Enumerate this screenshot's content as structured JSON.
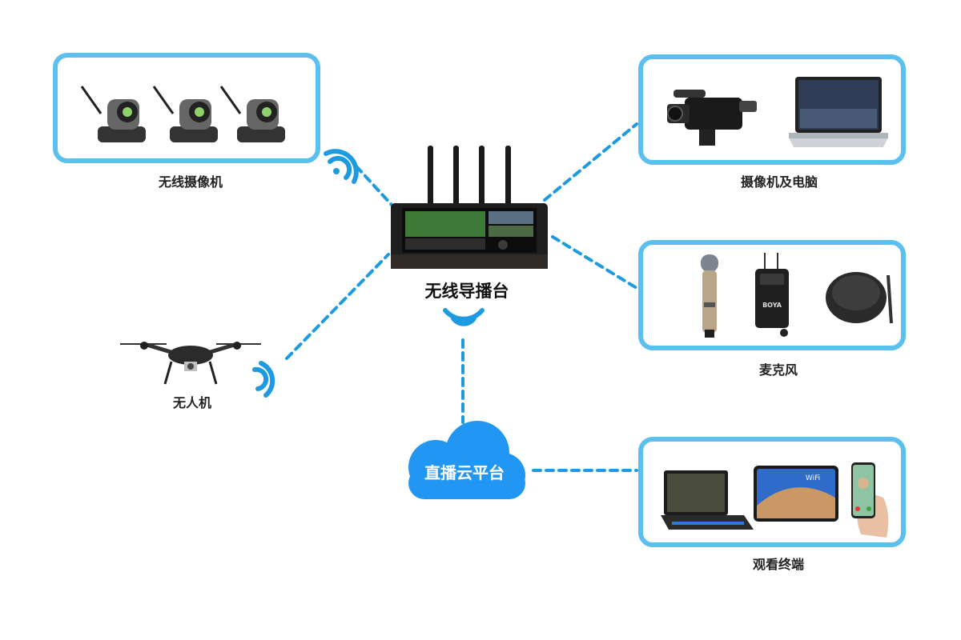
{
  "hub": {
    "label": "无线导播台"
  },
  "nodes": {
    "wireless_cameras": {
      "label": "无线摄像机"
    },
    "camera_pc": {
      "label": "摄像机及电脑"
    },
    "microphone": {
      "label": "麦克风"
    },
    "drone": {
      "label": "无人机"
    },
    "viewer": {
      "label": "观看终端"
    }
  },
  "cloud": {
    "label": "直播云平台"
  },
  "device_brand": {
    "mic_receiver": "BOYA",
    "tablet_text": "WiFi"
  },
  "colors": {
    "box_border": "#5bc0ee",
    "dash": "#1e9be0",
    "wifi": "#1e9be0",
    "cloud": "#2196f3"
  }
}
